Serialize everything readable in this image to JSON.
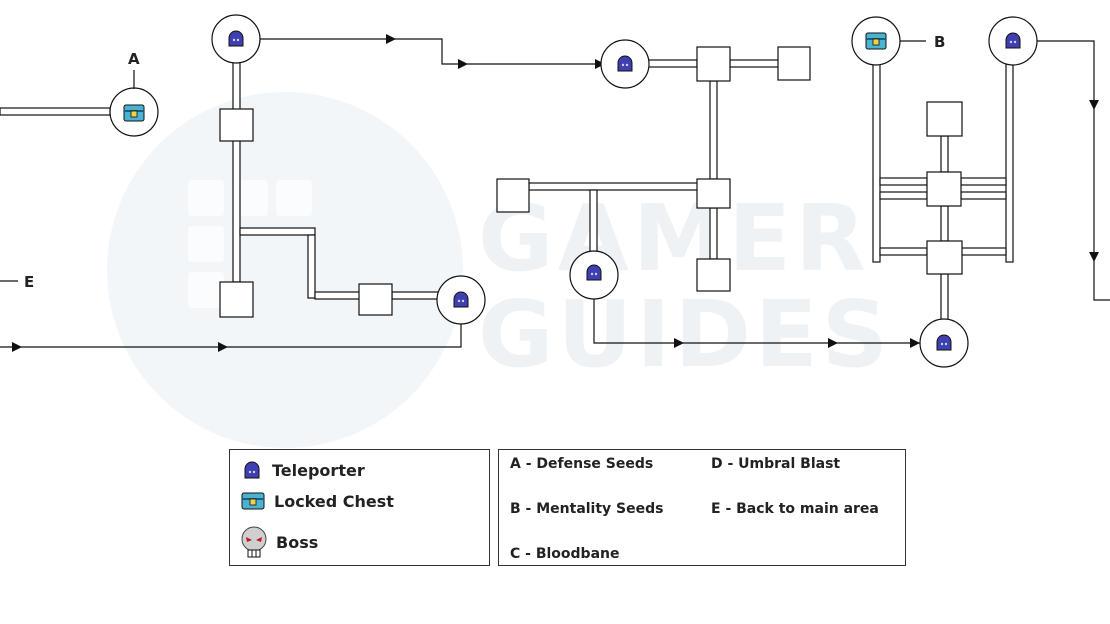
{
  "map": {
    "markers": {
      "a": "A",
      "b": "B",
      "e": "E"
    },
    "watermark": {
      "line1": "GAMER",
      "line2": "GUIDES"
    }
  },
  "legend": {
    "symbols": [
      {
        "icon": "teleporter-icon",
        "label": "Teleporter"
      },
      {
        "icon": "locked-chest-icon",
        "label": "Locked Chest"
      },
      {
        "icon": "boss-skull-icon",
        "label": "Boss"
      }
    ],
    "notes": [
      "A - Defense Seeds",
      "D - Umbral Blast",
      "B - Mentality Seeds",
      "E - Back to main area",
      "C - Bloodbane"
    ]
  },
  "colors": {
    "teleporter": "#3f3fb0",
    "chest": "#4ab3d3",
    "watermark": "#eef2f5"
  }
}
